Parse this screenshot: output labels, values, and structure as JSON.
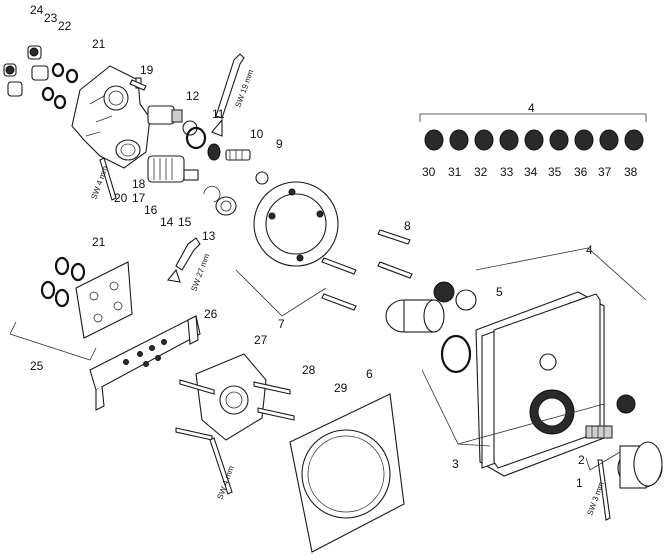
{
  "labels": {
    "n1": "1",
    "n2": "2",
    "n3": "3",
    "n4a": "4",
    "n4b": "4",
    "n5": "5",
    "n6": "6",
    "n7": "7",
    "n8": "8",
    "n9": "9",
    "n10": "10",
    "n11": "11",
    "n12": "12",
    "n13": "13",
    "n14": "14",
    "n15": "15",
    "n16": "16",
    "n17": "17",
    "n18": "18",
    "n19": "19",
    "n20": "20",
    "n21a": "21",
    "n21b": "21",
    "n22": "22",
    "n23": "23",
    "n24": "24",
    "n25": "25",
    "n26": "26",
    "n27": "27",
    "n28": "28",
    "n29": "29",
    "n30": "30",
    "n31": "31",
    "n32": "32",
    "n33": "33",
    "n34": "34",
    "n35": "35",
    "n36": "36",
    "n37": "37",
    "n38": "38"
  },
  "tools": {
    "sw19": "SW 19 mm",
    "sw27": "SW 27 mm",
    "sw4a": "SW 4 mm",
    "sw4b": "SW 4 mm",
    "sw3": "SW 3 mm"
  },
  "colors": {
    "line": "#1a1a1a",
    "fill": "#ffffff",
    "shade": "#cfcfcf"
  }
}
